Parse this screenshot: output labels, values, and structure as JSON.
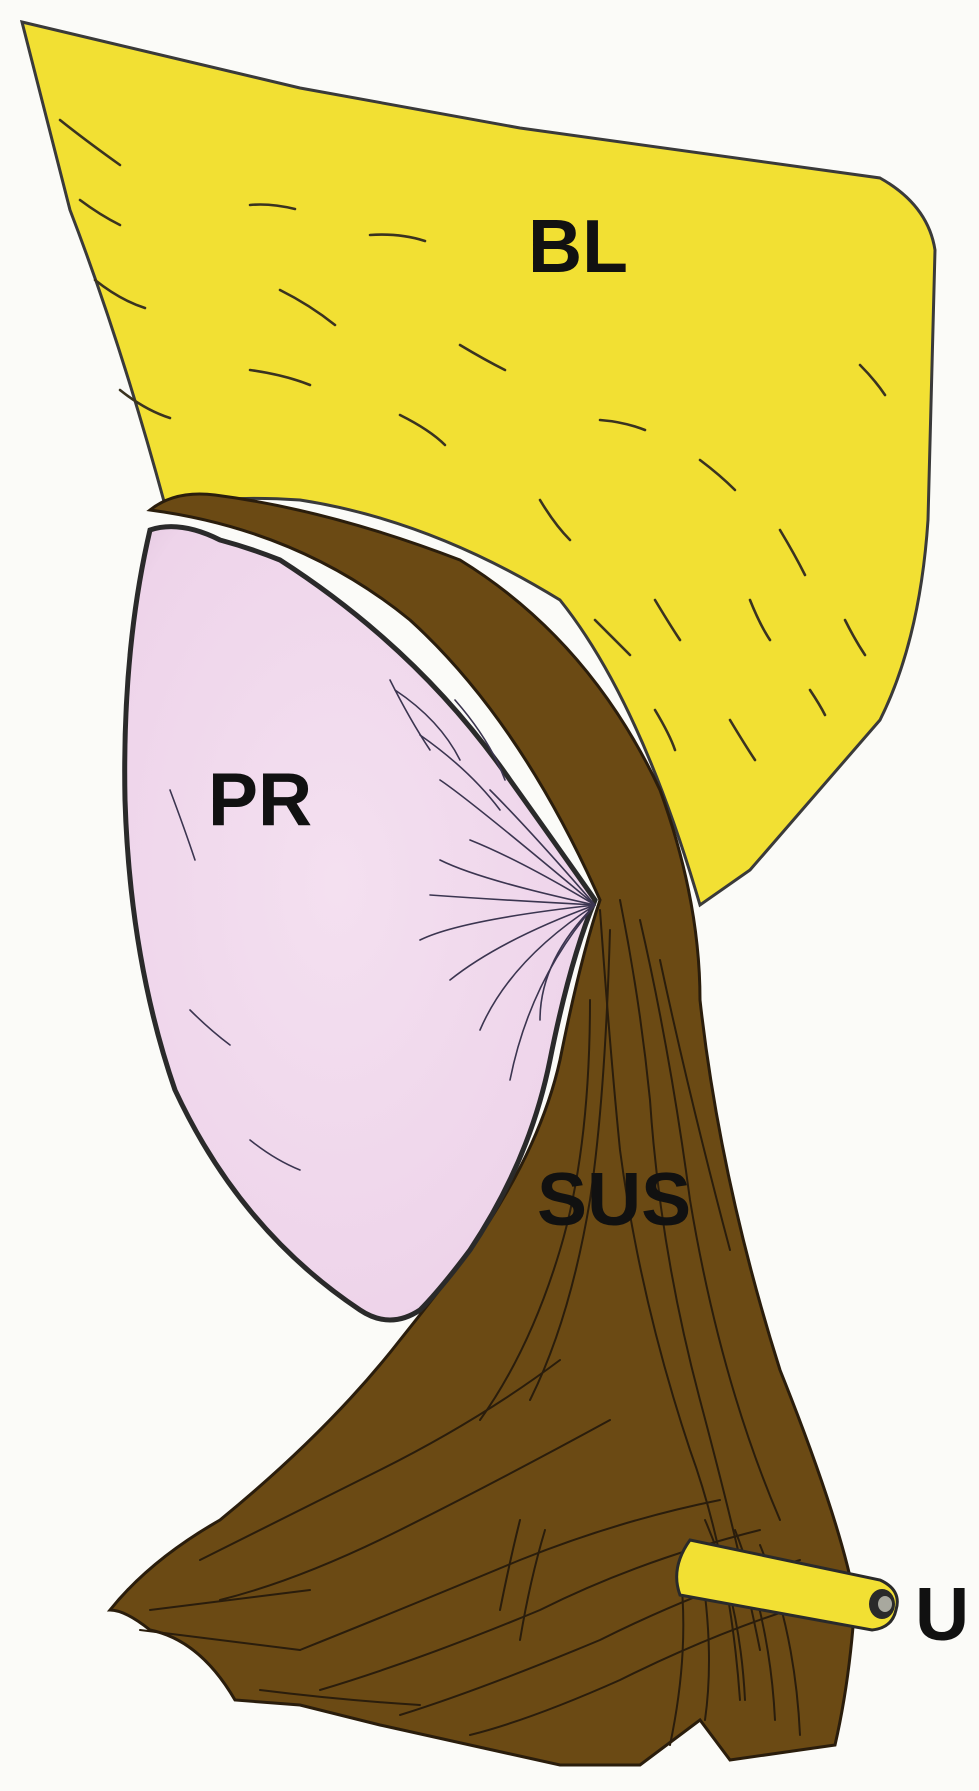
{
  "labels": {
    "bladder": "BL",
    "prostate": "PR",
    "suspensory": "SUS",
    "ureter": "U"
  },
  "colors": {
    "background": "#fbfbf8",
    "bladder": "#f2e033",
    "prostate": "#f0d8ec",
    "ligament": "#6b4a14",
    "ureter": "#f2e033",
    "outline": "#2a2a2a"
  }
}
